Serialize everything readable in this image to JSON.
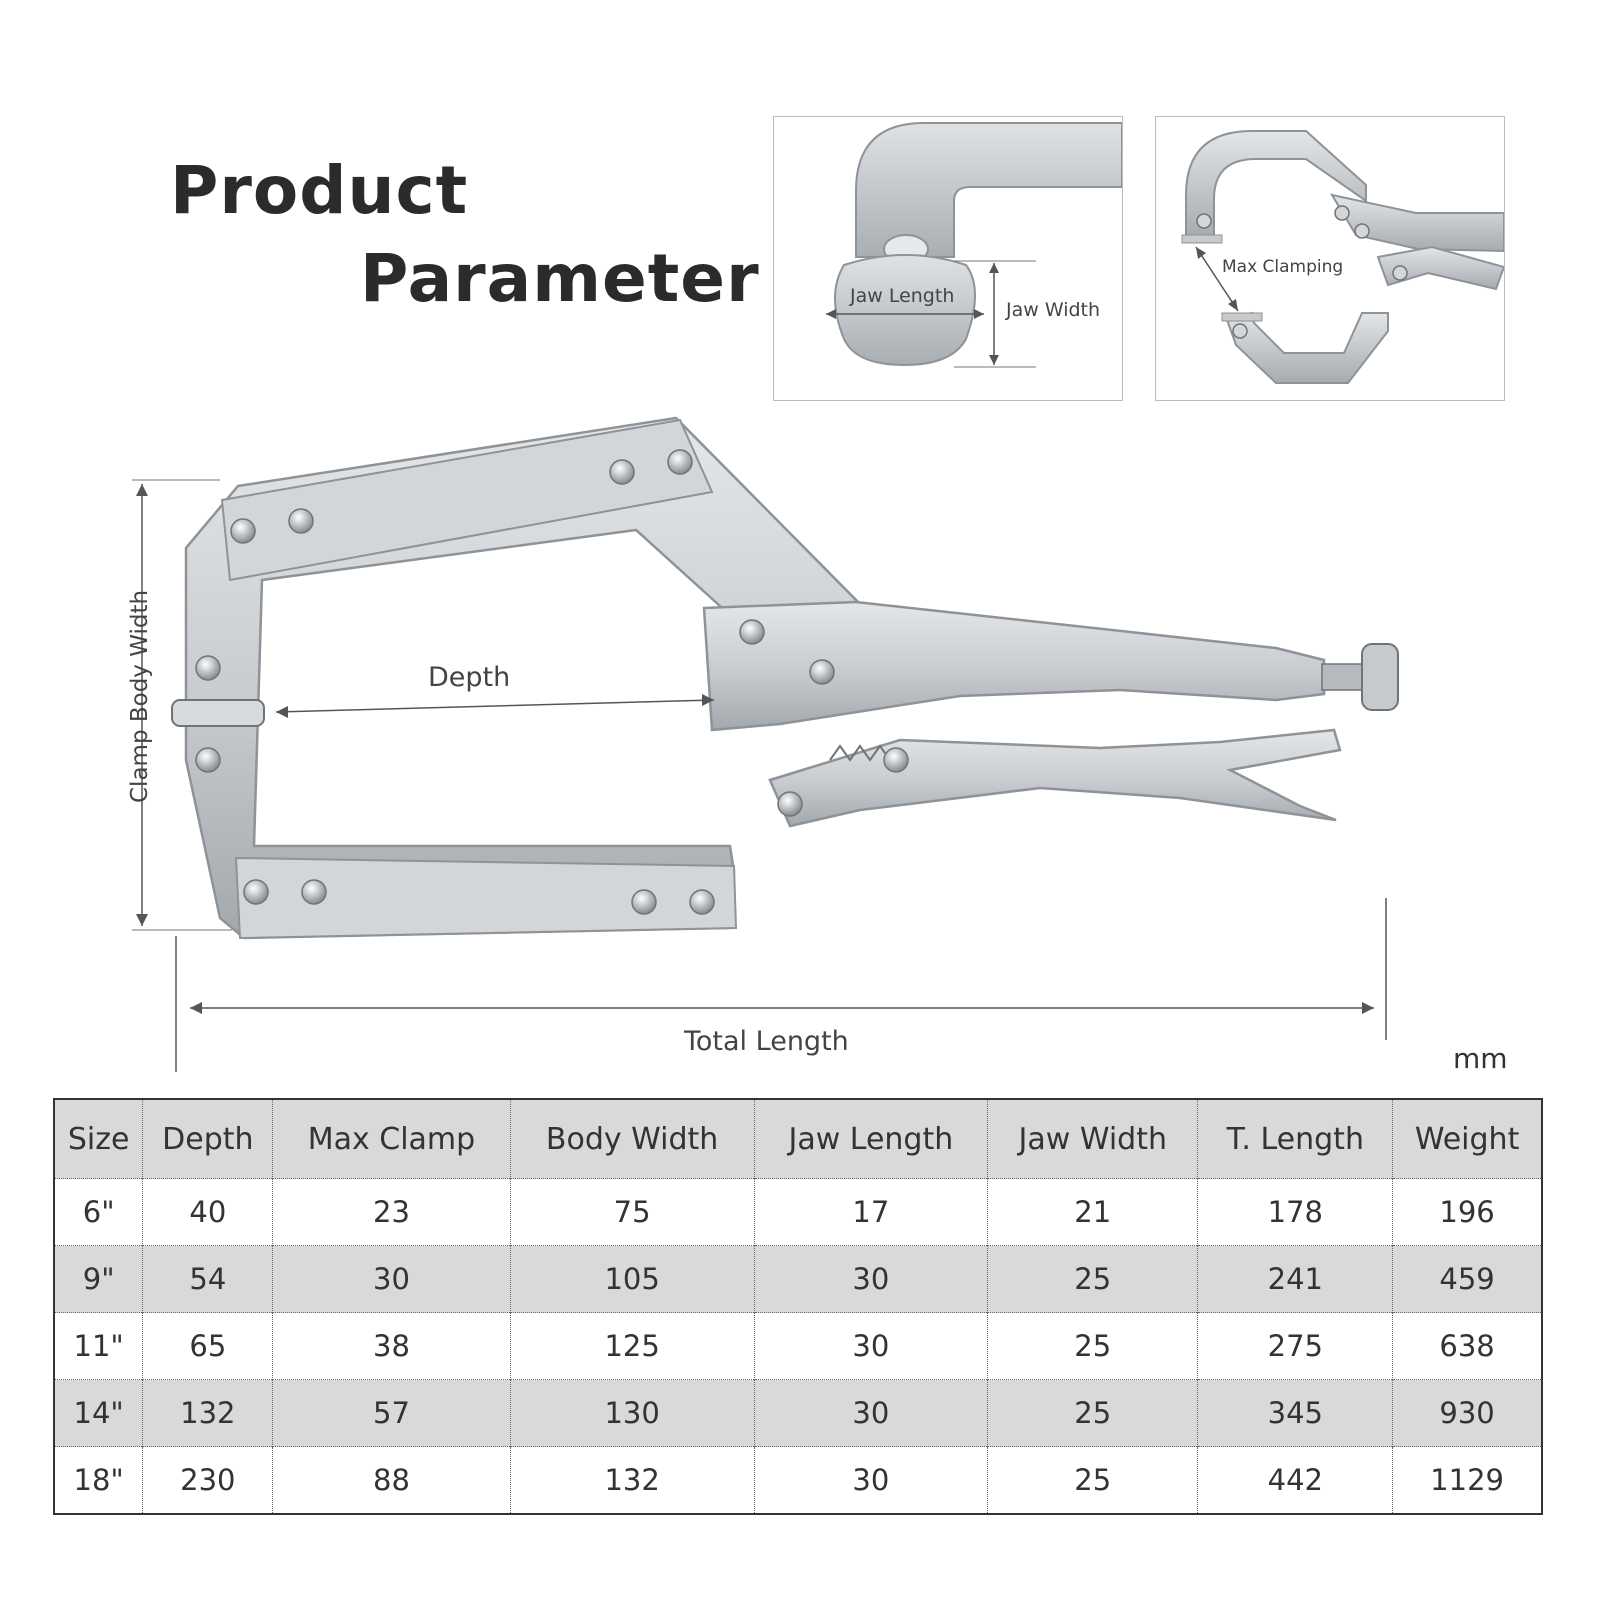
{
  "title": {
    "line1": "Product",
    "line2": "Parameter"
  },
  "diagram_labels": {
    "jaw_length": "Jaw Length",
    "jaw_width": "Jaw Width",
    "max_clamping": "Max Clamping",
    "clamp_body_width": "Clamp Body Width",
    "depth": "Depth",
    "total_length": "Total Length"
  },
  "unit": "mm",
  "table": {
    "headers": [
      "Size",
      "Depth",
      "Max Clamp",
      "Body Width",
      "Jaw Length",
      "Jaw Width",
      "T. Length",
      "Weight"
    ],
    "rows": [
      [
        "6\"",
        "40",
        "23",
        "75",
        "17",
        "21",
        "178",
        "196"
      ],
      [
        "9\"",
        "54",
        "30",
        "105",
        "30",
        "25",
        "241",
        "459"
      ],
      [
        "11\"",
        "65",
        "38",
        "125",
        "30",
        "25",
        "275",
        "638"
      ],
      [
        "14\"",
        "132",
        "57",
        "130",
        "30",
        "25",
        "345",
        "930"
      ],
      [
        "18\"",
        "230",
        "88",
        "132",
        "30",
        "25",
        "442",
        "1129"
      ]
    ]
  },
  "colors": {
    "metal": "#c8ccd0",
    "metal_dark": "#8e9398",
    "text": "#333333",
    "row_shade": "#d9d9d9"
  }
}
